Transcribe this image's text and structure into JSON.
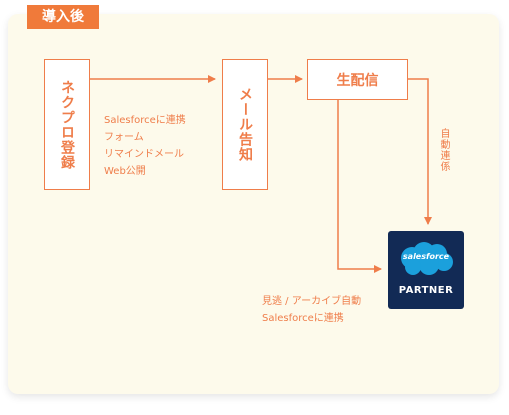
{
  "tag": "導入後",
  "nodes": {
    "registration": "ネクプロ登録",
    "mail_notice": "メール告知",
    "live": "生配信"
  },
  "notes": {
    "registration_lines": [
      "Salesforceに連携",
      "フォーム",
      "リマインドメール",
      "Web公開"
    ],
    "auto_link": "自動連係",
    "archive_lines": [
      "見逃 / アーカイブ自動",
      "Salesforceに連携"
    ]
  },
  "badge": {
    "brand": "salesforce",
    "label": "PARTNER"
  },
  "colors": {
    "accent": "#ef7d4a",
    "panel": "#fdfaeb",
    "badge_bg": "#122a55",
    "cloud": "#1ba0dc"
  }
}
